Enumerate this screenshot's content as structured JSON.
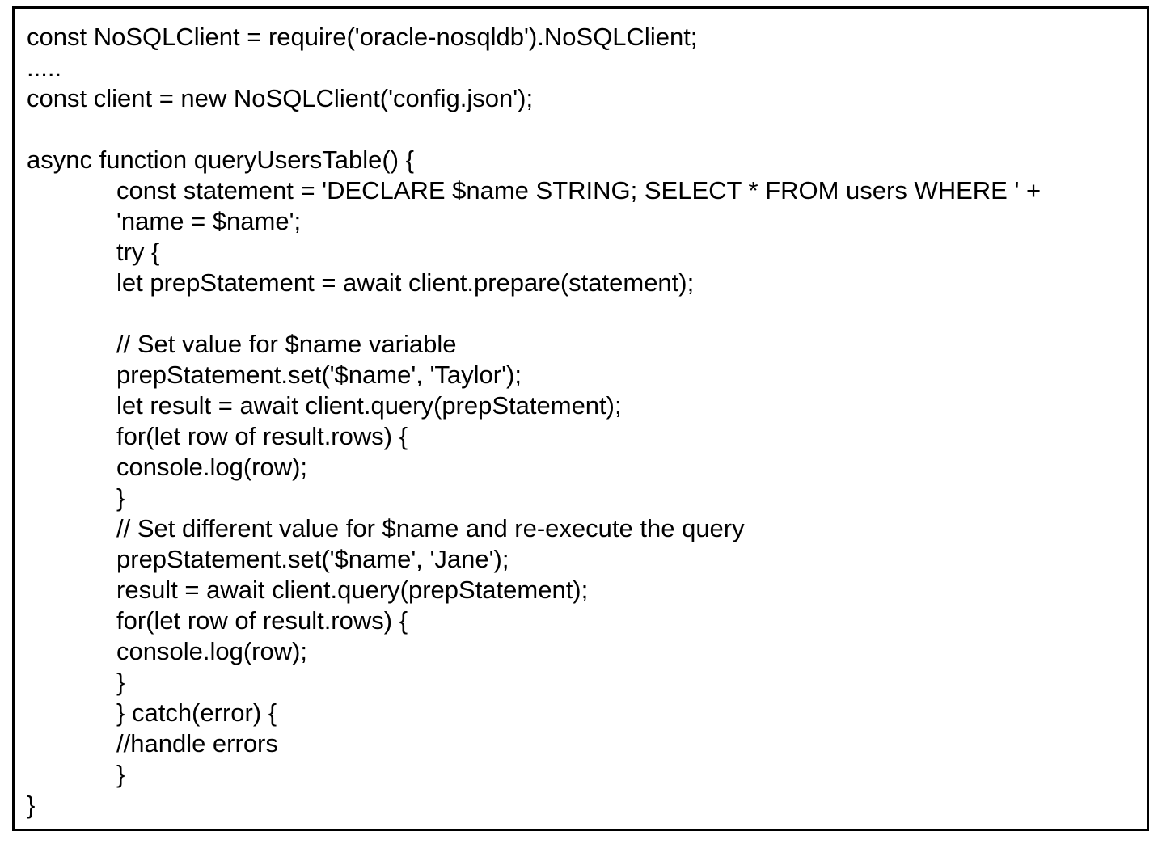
{
  "colors": {
    "background": "#ffffff",
    "border": "#000000",
    "text": "#000000"
  },
  "code": {
    "language": "javascript",
    "lines": [
      "const NoSQLClient = require('oracle-nosqldb').NoSQLClient;",
      ".....",
      "const client = new NoSQLClient('config.json');",
      "",
      "async function queryUsersTable() {",
      "\tconst statement = 'DECLARE $name STRING; SELECT * FROM users WHERE ' +",
      "\t'name = $name';",
      "\ttry {",
      "\tlet prepStatement = await client.prepare(statement);",
      "",
      "\t// Set value for $name variable",
      "\tprepStatement.set('$name', 'Taylor');",
      "\tlet result = await client.query(prepStatement);",
      "\tfor(let row of result.rows) {",
      "\tconsole.log(row);",
      "\t}",
      "\t// Set different value for $name and re-execute the query",
      "\tprepStatement.set('$name', 'Jane');",
      "\tresult = await client.query(prepStatement);",
      "\tfor(let row of result.rows) {",
      "\tconsole.log(row);",
      "\t}",
      "\t} catch(error) {",
      "\t//handle errors",
      "\t}",
      "}"
    ]
  }
}
